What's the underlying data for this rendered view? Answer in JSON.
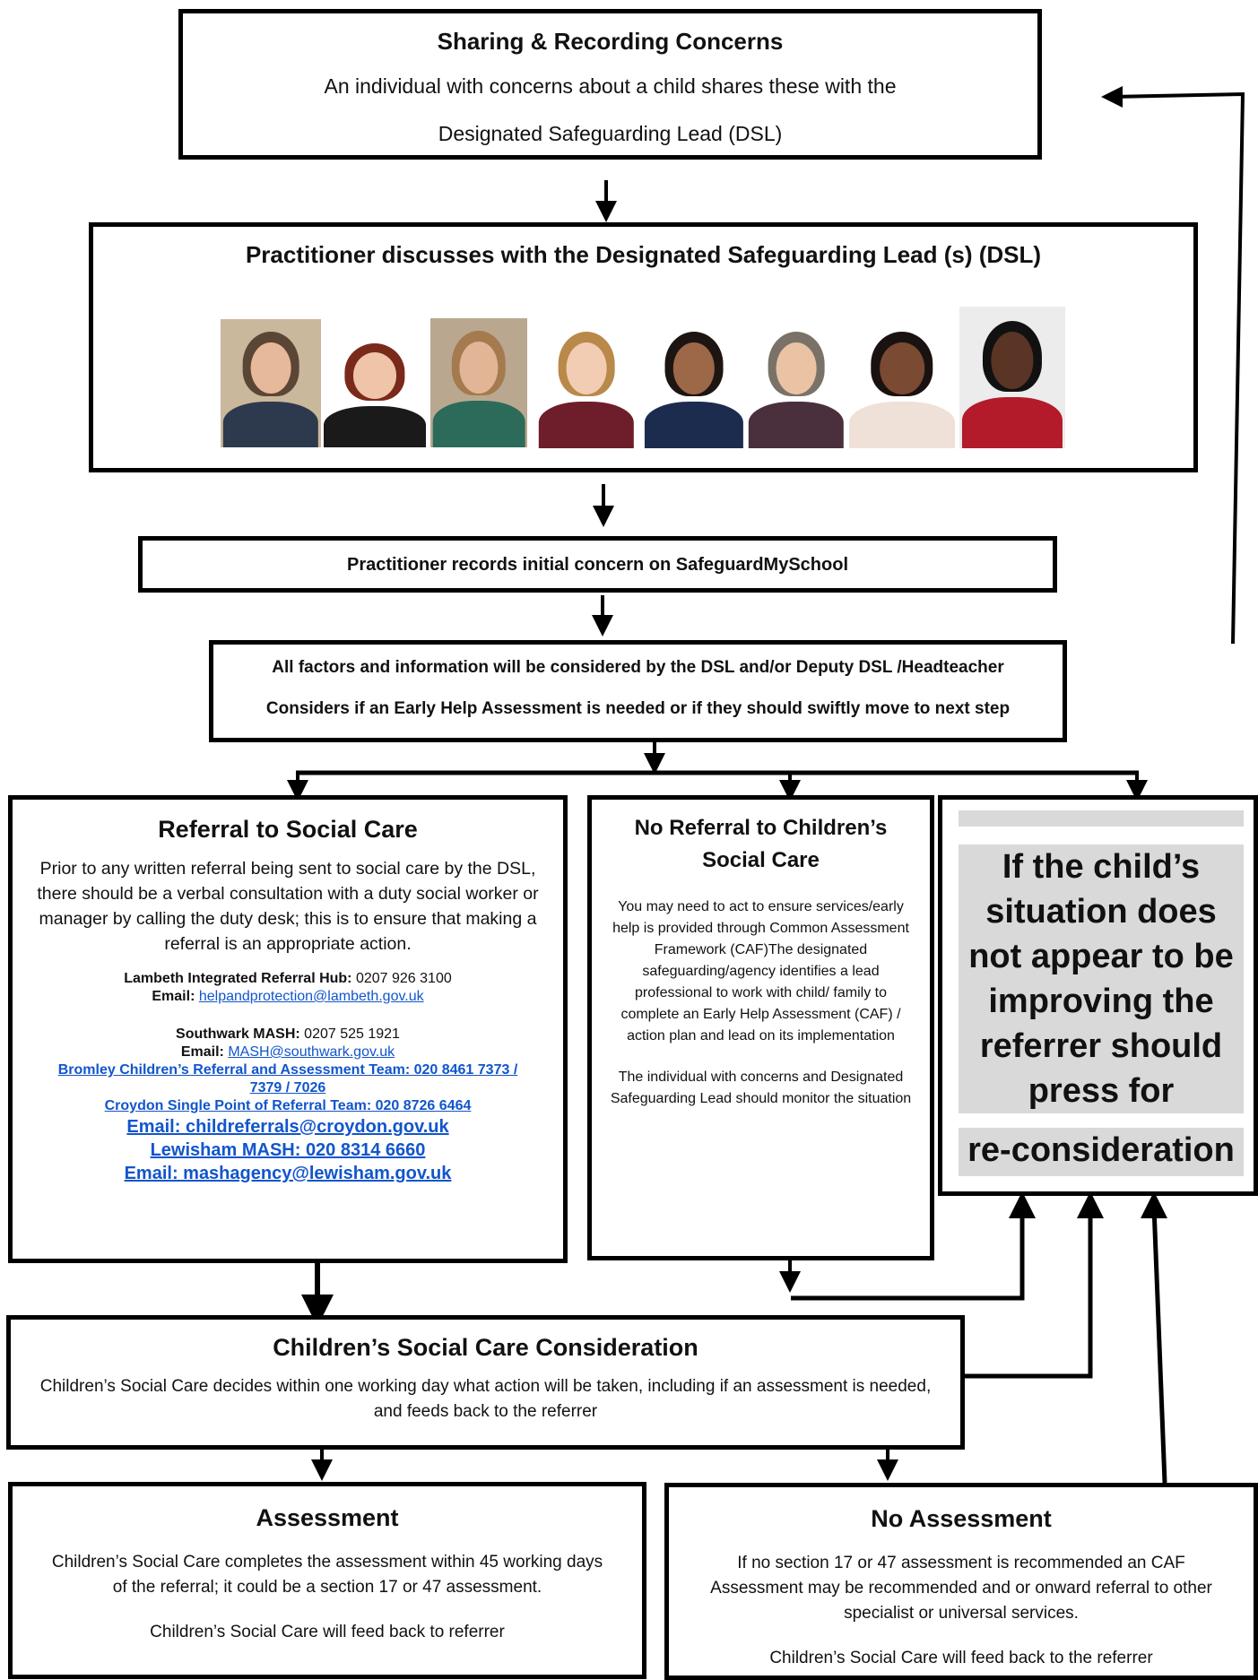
{
  "box1": {
    "title": "Sharing & Recording Concerns",
    "line1": "An individual with concerns about a child shares these with the",
    "line2": "Designated Safeguarding Lead (DSL)"
  },
  "box2": {
    "title": "Practitioner discusses with the Designated Safeguarding Lead (s) (DSL)",
    "photos": [
      {
        "skin": "#e6b99a",
        "hair": "#5b4636",
        "top": "#2d3a4d",
        "bg": "#c9b89c"
      },
      {
        "skin": "#f0c4a8",
        "hair": "#7a2a1a",
        "top": "#1a1a1a",
        "bg": "#ffffff"
      },
      {
        "skin": "#e2b596",
        "hair": "#a57a4f",
        "top": "#2c6b5a",
        "bg": "#b9a88f"
      },
      {
        "skin": "#f2cdb4",
        "hair": "#b9894a",
        "top": "#6e1d2a",
        "bg": "#ffffff"
      },
      {
        "skin": "#9c6848",
        "hair": "#1d1512",
        "top": "#1b2c4f",
        "bg": "#ffffff"
      },
      {
        "skin": "#eac2a4",
        "hair": "#7a7268",
        "top": "#4a2f3c",
        "bg": "#ffffff"
      },
      {
        "skin": "#7a4a32",
        "hair": "#1a1210",
        "top": "#efe0d8",
        "bg": "#ffffff"
      },
      {
        "skin": "#5a3424",
        "hair": "#111111",
        "top": "#b31b2a",
        "bg": "#ececec"
      }
    ]
  },
  "box3": {
    "text": "Practitioner records initial concern on SafeguardMySchool"
  },
  "box4": {
    "line1": "All factors and information will be considered by the DSL and/or Deputy DSL /Headteacher",
    "line2": "Considers if an Early Help Assessment is needed or if they should swiftly move to next step"
  },
  "referral": {
    "title": "Referral to Social Care",
    "para": "Prior to any written referral being sent to social care by the DSL, there should be a verbal consultation with a duty social worker or manager by calling the duty desk; this is to ensure that making a referral is an appropriate action.",
    "lambeth_label": "Lambeth Integrated Referral Hub:",
    "lambeth_phone": " 0207 926 3100",
    "email_label": "Email:",
    "lambeth_email": "helpandprotection@lambeth.gov.uk",
    "southwark_label": "Southwark MASH:",
    "southwark_phone": " 0207 525 1921",
    "southwark_email": "MASH@southwark.gov.uk",
    "bromley": "Bromley Children’s Referral and Assessment Team: 020 8461 7373 / 7379 / 7026",
    "croydon": "Croydon Single Point of Referral Team: 020 8726 6464",
    "croydon_email": "Email: childreferrals@croydon.gov.uk",
    "lewisham": "Lewisham MASH: 020 8314 6660",
    "lewisham_email": "Email: mashagency@lewisham.gov.uk"
  },
  "noref": {
    "title": "No Referral to Children’s Social Care",
    "para1": "You may need to act to ensure services/early help is provided through Common Assessment Framework (CAF)The designated safeguarding/agency identifies a lead professional to work with child/ family to complete an Early Help Assessment (CAF) / action plan and lead on its implementation",
    "para2": "The individual with concerns and Designated Safeguarding Lead should monitor the situation"
  },
  "ifnot": {
    "text": "If the child’s situation does not appear to be improving the referrer should press for",
    "text2": "re-consideration"
  },
  "csc": {
    "title": "Children’s Social Care Consideration",
    "para": "Children’s Social Care decides within one working day what action will be taken, including if an assessment is needed, and feeds back to the referrer"
  },
  "assess": {
    "title": "Assessment",
    "para1": "Children’s Social Care completes the assessment within 45 working days of the referral; it could be a section 17 or 47 assessment.",
    "para2": "Children’s Social Care will feed back to referrer"
  },
  "noassess": {
    "title": "No Assessment",
    "para1": "If no section 17 or 47 assessment is recommended an CAF Assessment may be recommended and or onward referral to other specialist or universal services.",
    "para2": "Children’s Social Care will feed back to the referrer"
  }
}
